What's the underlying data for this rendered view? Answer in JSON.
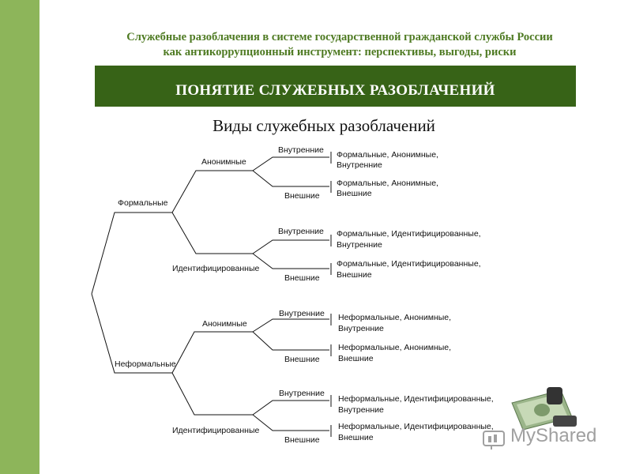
{
  "header": {
    "line1": "Служебные разоблачения в системе государственной гражданской службы России",
    "line2": "как антикоррупционный инструмент: перспективы, выгоды, риски"
  },
  "banner": {
    "title": "ПОНЯТИЕ СЛУЖЕБНЫХ РАЗОБЛАЧЕНИЙ"
  },
  "diagram": {
    "title": "Виды служебных разоблачений",
    "level1": [
      "Формальные",
      "Неформальные"
    ],
    "level2": [
      "Анонимные",
      "Идентифицированные",
      "Анонимные",
      "Идентифицированные"
    ],
    "level3": [
      "Внутренние",
      "Внешние",
      "Внутренние",
      "Внешние",
      "Внутренние",
      "Внешние",
      "Внутренние",
      "Внешние"
    ],
    "leaves": [
      [
        "Формальные, Анонимные,",
        "Внутренние"
      ],
      [
        "Формальные, Анонимные,",
        "Внешние"
      ],
      [
        "Формальные, Идентифицированные,",
        "Внутренние"
      ],
      [
        "Формальные, Идентифицированные,",
        "Внешние"
      ],
      [
        "Неформальные, Анонимные,",
        "Внутренние"
      ],
      [
        "Неформальные, Анонимные,",
        "Внешние"
      ],
      [
        "Неформальные, Идентифицированные,",
        "Внутренние"
      ],
      [
        "Неформальные, Идентифицированные,",
        "Внешние"
      ]
    ]
  },
  "watermark": {
    "text": "MyShared"
  },
  "colors": {
    "left_bar": "#8db55a",
    "banner": "#376317",
    "header_text": "#4e7a22"
  }
}
